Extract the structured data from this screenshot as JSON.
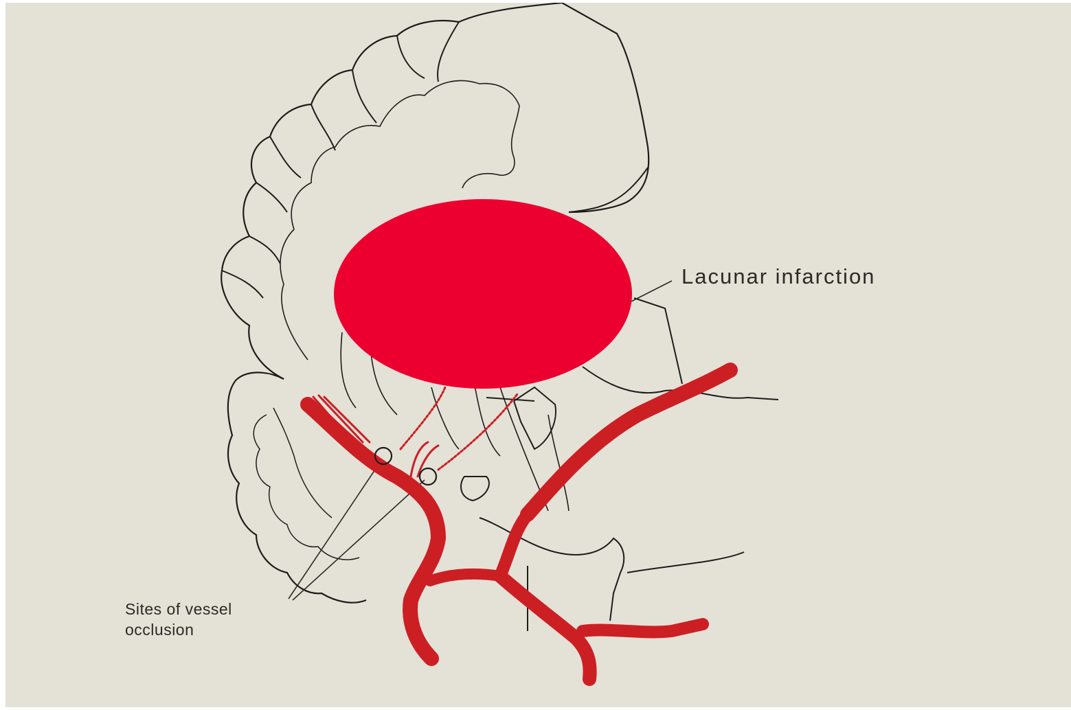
{
  "diagram": {
    "labels": {
      "lacunar_infarction": "Lacunar infarction",
      "sites_line1": "Sites of vessel",
      "sites_line2": "occlusion"
    },
    "colors": {
      "background": "#e4e1d7",
      "outline": "#1e1c1a",
      "vessel": "#cc1f24",
      "infarct_mark": "#ec0030"
    }
  }
}
